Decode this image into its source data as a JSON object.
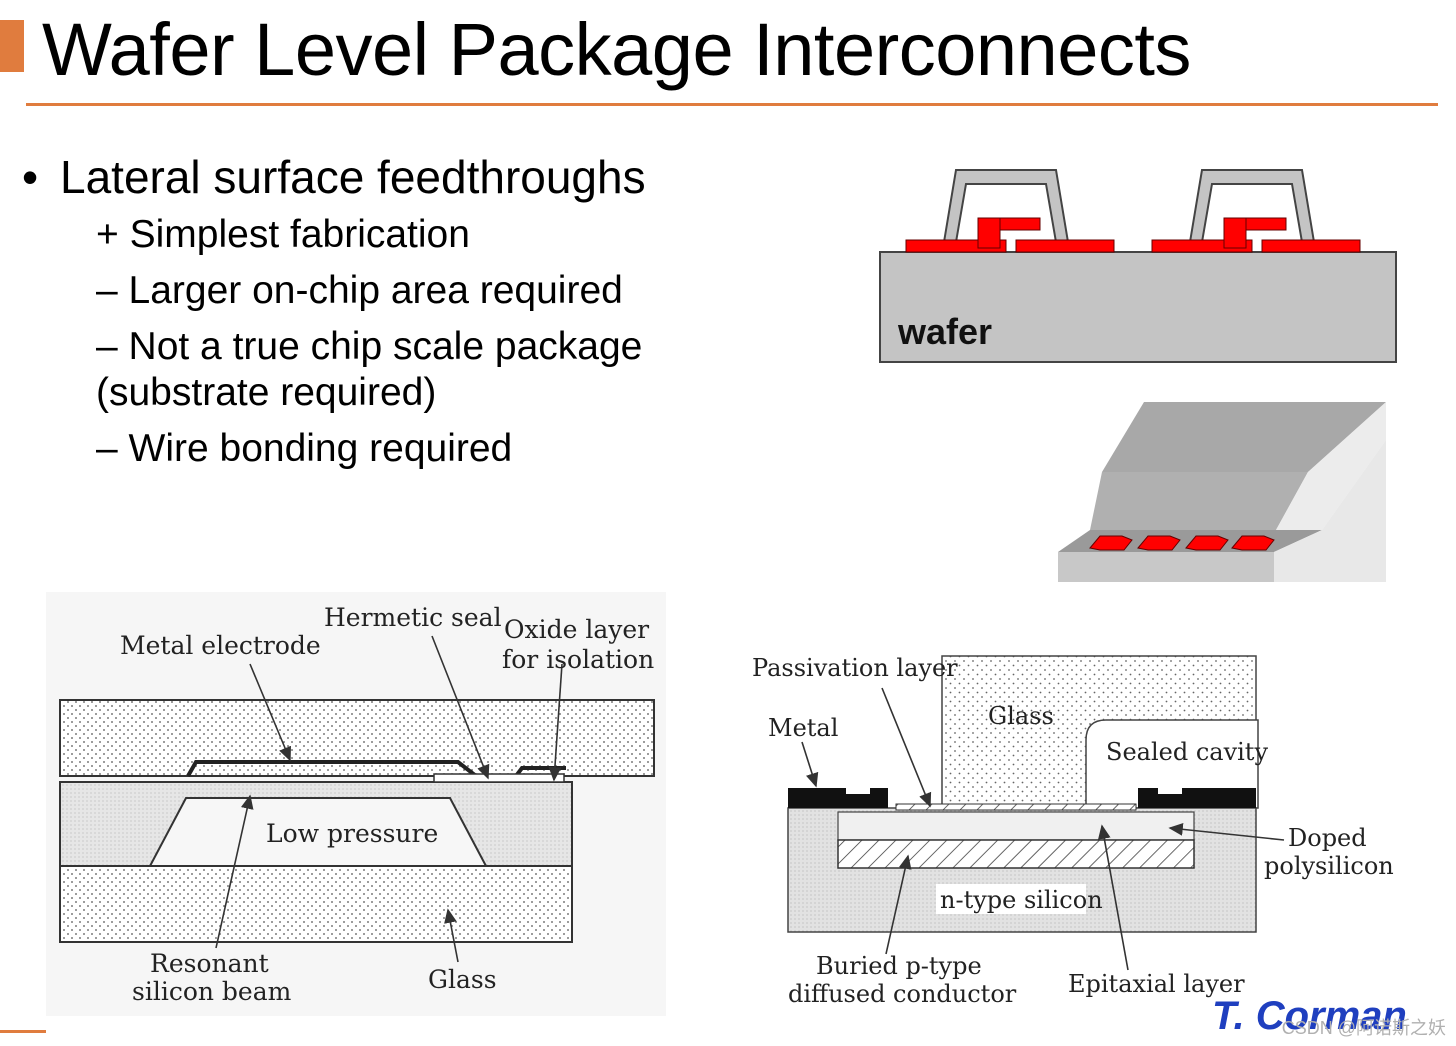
{
  "slide": {
    "title": "Wafer Level Package Interconnects",
    "accent_color": "#e07c3e",
    "bullet_symbol": "•",
    "bullet_main": "Lateral surface feedthroughs",
    "sub_items": [
      "+ Simplest fabrication",
      "– Larger on-chip area required",
      "– Not a true chip scale package",
      "(substrate required)",
      "– Wire bonding required"
    ]
  },
  "figure_wafer": {
    "label": "wafer",
    "pad_color": "#ff0000",
    "body_color": "#c4c4c4"
  },
  "figure_left": {
    "labels": {
      "metal_electrode": "Metal electrode",
      "hermetic_seal": "Hermetic seal",
      "oxide_line1": "Oxide layer",
      "oxide_line2": "for isolation",
      "low_pressure": "Low pressure",
      "resonant_line1": "Resonant",
      "resonant_line2": "silicon beam",
      "glass": "Glass"
    }
  },
  "figure_right": {
    "labels": {
      "passivation": "Passivation layer",
      "metal": "Metal",
      "glass": "Glass",
      "sealed_cavity": "Sealed cavity",
      "doped_line1": "Doped",
      "doped_line2": "polysilicon",
      "n_type": "n-type silicon",
      "buried_line1": "Buried p-type",
      "buried_line2": "diffused conductor",
      "epitaxial": "Epitaxial layer"
    }
  },
  "footer": {
    "author": "T. Corman",
    "author_color": "#1f3fbf",
    "watermark": "CSDN @阿诺斯之妖"
  }
}
